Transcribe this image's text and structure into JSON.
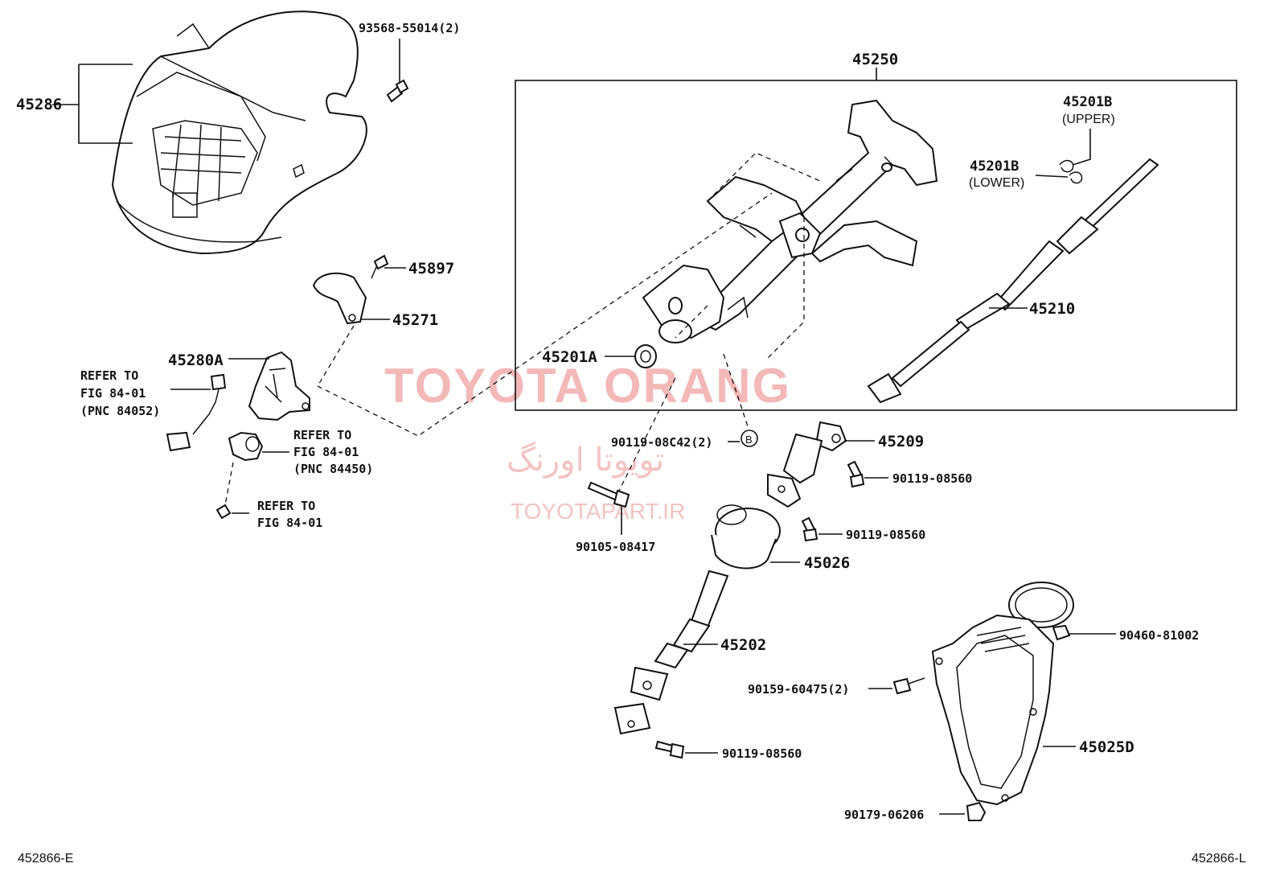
{
  "watermark": {
    "brand": "TOYOTA ORANG",
    "brand_fa": "تویوتا اورنگ",
    "site": "TOYOTAPART.IR"
  },
  "labels": {
    "p45286": "45286",
    "p93568": "93568-55014(2)",
    "p45250": "45250",
    "p45201b_upper": "45201B",
    "upper": "(UPPER)",
    "p45201b_lower": "45201B",
    "lower": "(LOWER)",
    "p45897": "45897",
    "p45271": "45271",
    "p45280a": "45280A",
    "ref1_a": "REFER TO",
    "ref1_b": "FIG 84-01",
    "ref1_c": "(PNC 84052)",
    "ref2_a": "REFER TO",
    "ref2_b": "FIG 84-01",
    "ref2_c": "(PNC 84450)",
    "ref3_a": "REFER TO",
    "ref3_b": "FIG 84-01",
    "p45201a": "45201A",
    "p45210": "45210",
    "p90119_08c42": "90119-08C42(2)",
    "circle_b": "B",
    "p45209": "45209",
    "p90119_08560_a": "90119-08560",
    "p90119_08560_b": "90119-08560",
    "p90105": "90105-08417",
    "p45026": "45026",
    "p45202": "45202",
    "p90460": "90460-81002",
    "p90159": "90159-60475(2)",
    "p90119_08560_c": "90119-08560",
    "p45025d": "45025D",
    "p90179": "90179-06206",
    "code_left": "452866-E",
    "code_right": "452866-L"
  }
}
